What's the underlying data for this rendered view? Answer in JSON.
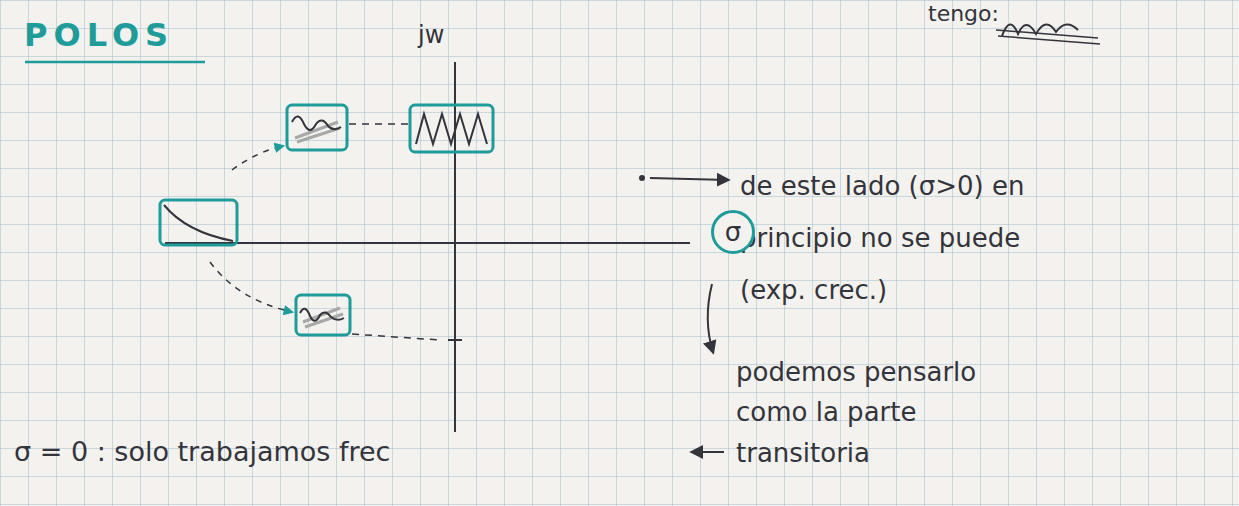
{
  "diagram": {
    "title": "POLOS",
    "nodes": [
      {
        "text": [
          "σ"
        ]
      }
    ],
    "labels": [
      "jw",
      "tengo:",
      "de este lado (σ>0) en principio no se puede (exp. crec.)",
      "podemos pensarlo como la parte transitoria",
      "σ = 0 : solo trabajamos frec"
    ]
  }
}
